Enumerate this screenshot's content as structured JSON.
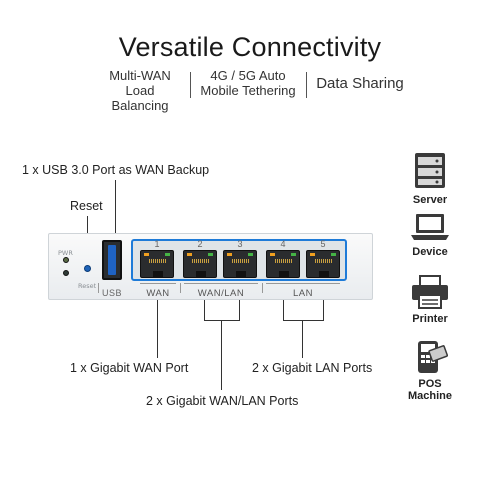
{
  "title": "Versatile Connectivity",
  "features": [
    {
      "line1": "Multi-WAN",
      "line2": "Load Balancing"
    },
    {
      "line1": "4G / 5G Auto",
      "line2": "Mobile Tethering"
    },
    {
      "line1": "Data Sharing",
      "line2": ""
    }
  ],
  "callouts": {
    "usb": "1 x USB 3.0 Port as WAN Backup",
    "reset": "Reset",
    "wan": "1 x Gigabit WAN Port",
    "wanlan": "2 x Gigabit WAN/LAN Ports",
    "lan": "2 x Gigabit LAN Ports"
  },
  "router": {
    "pwr_label": "PWR",
    "reset_label": "Reset",
    "usb_label": "USB",
    "port_numbers": [
      "1",
      "2",
      "3",
      "4",
      "5"
    ],
    "groups": {
      "wan": "WAN",
      "wanlan": "WAN/LAN",
      "lan": "LAN"
    }
  },
  "devices": [
    {
      "label": "Server",
      "icon": "server-icon"
    },
    {
      "label": "Device",
      "icon": "laptop-icon"
    },
    {
      "label": "Printer",
      "icon": "printer-icon"
    },
    {
      "label": "POS",
      "label2": "Machine",
      "icon": "pos-machine-icon"
    }
  ],
  "colors": {
    "accent": "#1e7bd8",
    "usb": "#1f63c4"
  }
}
